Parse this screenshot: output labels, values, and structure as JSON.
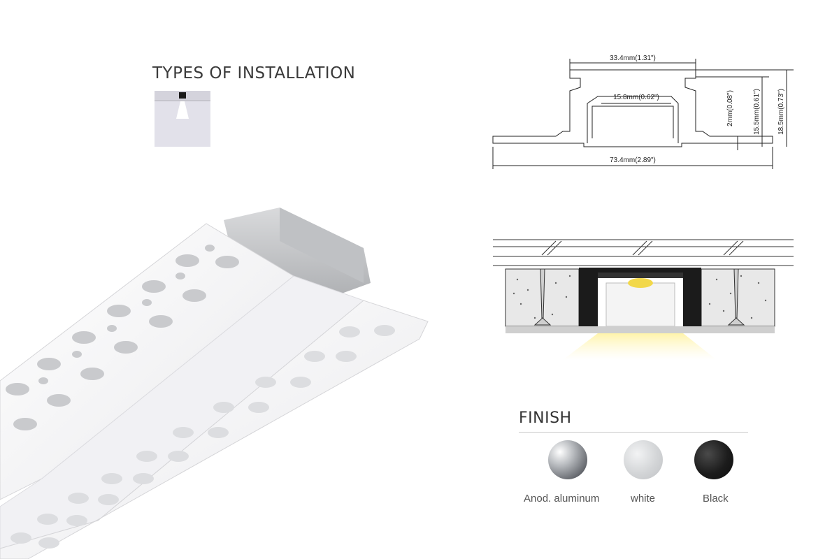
{
  "install": {
    "title": "TYPES OF INSTALLATION",
    "icon": "recessed-installation-icon"
  },
  "drawing": {
    "top_width": "33.4mm(1.31\")",
    "inner_width": "15.8mm(0.62\")",
    "flange": "2mm(0.08\")",
    "inner_height": "15.5mm(0.61\")",
    "total_height": "18.5mm(0.73\")",
    "total_width": "73.4mm(2.89\")"
  },
  "finish": {
    "title": "FINISH",
    "options": [
      {
        "label": "Anod. aluminum",
        "color": "#9a9ea3"
      },
      {
        "label": "white",
        "color": "#d2d4d6"
      },
      {
        "label": "Black",
        "color": "#1c1c1c"
      }
    ]
  }
}
